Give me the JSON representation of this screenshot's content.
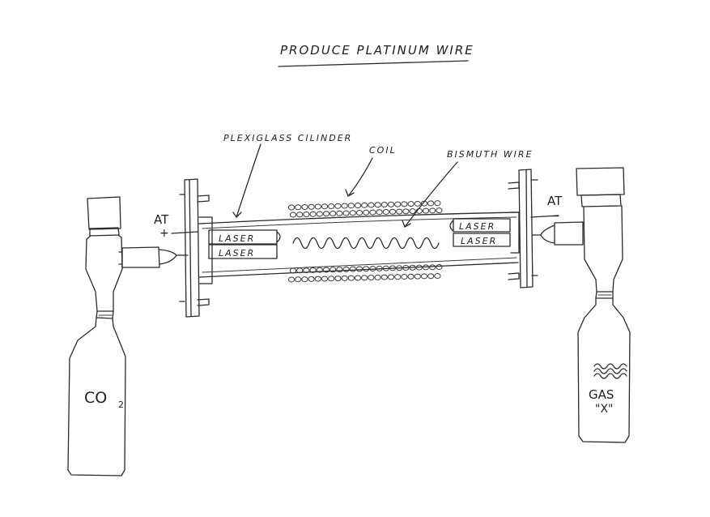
{
  "title": "PRODUCE PLATINUM WIRE",
  "labels": {
    "cylinder": "PLEXIGLASS CILINDER",
    "coil": "COIL",
    "wire": "BISMUTH WIRE",
    "at_left": "AT",
    "plus": "+",
    "at_right": "AT",
    "minus": "−",
    "laser_left_top": "LASER",
    "laser_left_bottom": "LASER",
    "laser_right_top": "LASER",
    "laser_right_bottom": "LASER",
    "co2": "CO",
    "co2_sub": "2",
    "gas": "GAS",
    "gas_x": "\"X\""
  },
  "colors": {
    "ink": "#2a2a2a",
    "paper": "#ffffff"
  }
}
